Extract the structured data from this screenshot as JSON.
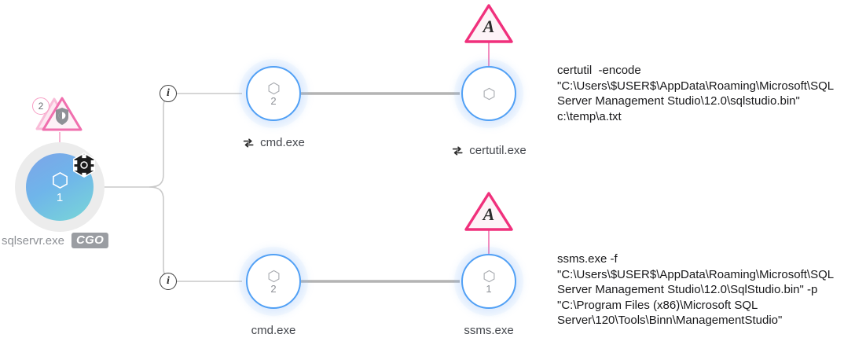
{
  "graph": {
    "root": {
      "name": "sqlservr.exe",
      "tag": "CGO",
      "count": "1",
      "hex_icon": "hexagon-icon",
      "cube_icon": "container-cube-icon",
      "severity": {
        "count": "2",
        "icon": "shield-alert-icon",
        "color": "#f06fae"
      }
    },
    "branches": [
      {
        "id": "top",
        "info_icon": "info-icon",
        "nodes": [
          {
            "label": "cmd.exe",
            "count": "2",
            "hex_icon": "hexagon-icon",
            "swap_icon": "swap-arrows-icon",
            "has_swap": true,
            "alert": null
          },
          {
            "label": "certutil.exe",
            "count": "",
            "hex_icon": "hexagon-icon",
            "swap_icon": "swap-arrows-icon",
            "has_swap": true,
            "alert": {
              "letter": "A",
              "color": "#f0307c"
            }
          }
        ],
        "command": "certutil  -encode\n\"C:\\Users\\$USER$\\AppData\\Roaming\\Microsoft\\SQL\nServer Management Studio\\12.0\\sqlstudio.bin\"\nc:\\temp\\a.txt"
      },
      {
        "id": "bottom",
        "info_icon": "info-icon",
        "nodes": [
          {
            "label": "cmd.exe",
            "count": "2",
            "hex_icon": "hexagon-icon",
            "swap_icon": "swap-arrows-icon",
            "has_swap": false,
            "alert": null
          },
          {
            "label": "ssms.exe",
            "count": "1",
            "hex_icon": "hexagon-icon",
            "swap_icon": "swap-arrows-icon",
            "has_swap": false,
            "alert": {
              "letter": "A",
              "color": "#f0307c"
            }
          }
        ],
        "command": "ssms.exe -f\n\"C:\\Users\\$USER$\\AppData\\Roaming\\Microsoft\\SQL\nServer Management Studio\\12.0\\SqlStudio.bin\" -p\n\"C:\\Program Files (x86)\\Microsoft SQL\nServer\\120\\Tools\\Binn\\ManagementStudio\""
      }
    ],
    "colors": {
      "node_ring": "#51a0f5",
      "edge": "#c9c9c9",
      "edge_strong": "#b4b4b4",
      "alert": "#f0307c",
      "badge": "#9a9da2"
    }
  }
}
